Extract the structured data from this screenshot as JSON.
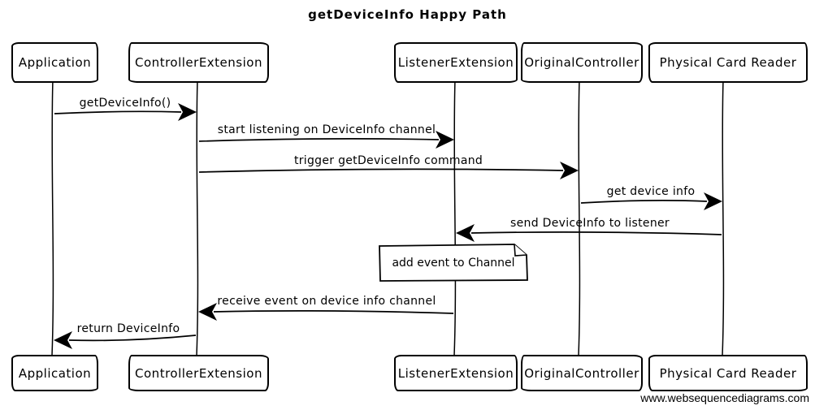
{
  "title": "getDeviceInfo Happy Path",
  "actors": [
    {
      "name": "Application"
    },
    {
      "name": "ControllerExtension"
    },
    {
      "name": "ListenerExtension"
    },
    {
      "name": "OriginalController"
    },
    {
      "name": "Physical Card Reader"
    }
  ],
  "messages": [
    {
      "label": "getDeviceInfo()",
      "from": "Application",
      "to": "ControllerExtension",
      "direction": "right"
    },
    {
      "label": "start listening on DeviceInfo channel",
      "from": "ControllerExtension",
      "to": "ListenerExtension",
      "direction": "right"
    },
    {
      "label": "trigger getDeviceInfo command",
      "from": "ControllerExtension",
      "to": "OriginalController",
      "direction": "right"
    },
    {
      "label": "get device info",
      "from": "OriginalController",
      "to": "Physical Card Reader",
      "direction": "right"
    },
    {
      "label": "send DeviceInfo to listener",
      "from": "Physical Card Reader",
      "to": "ListenerExtension",
      "direction": "left"
    },
    {
      "label": "receive event on device info channel",
      "from": "ListenerExtension",
      "to": "ControllerExtension",
      "direction": "left"
    },
    {
      "label": "return DeviceInfo",
      "from": "ControllerExtension",
      "to": "Application",
      "direction": "left"
    }
  ],
  "note": {
    "label": "add event to Channel",
    "attached_to": "ListenerExtension"
  },
  "footer": {
    "watermark": "www.websequencediagrams.com"
  },
  "colors": {
    "ink": "#000000",
    "background": "#ffffff"
  }
}
